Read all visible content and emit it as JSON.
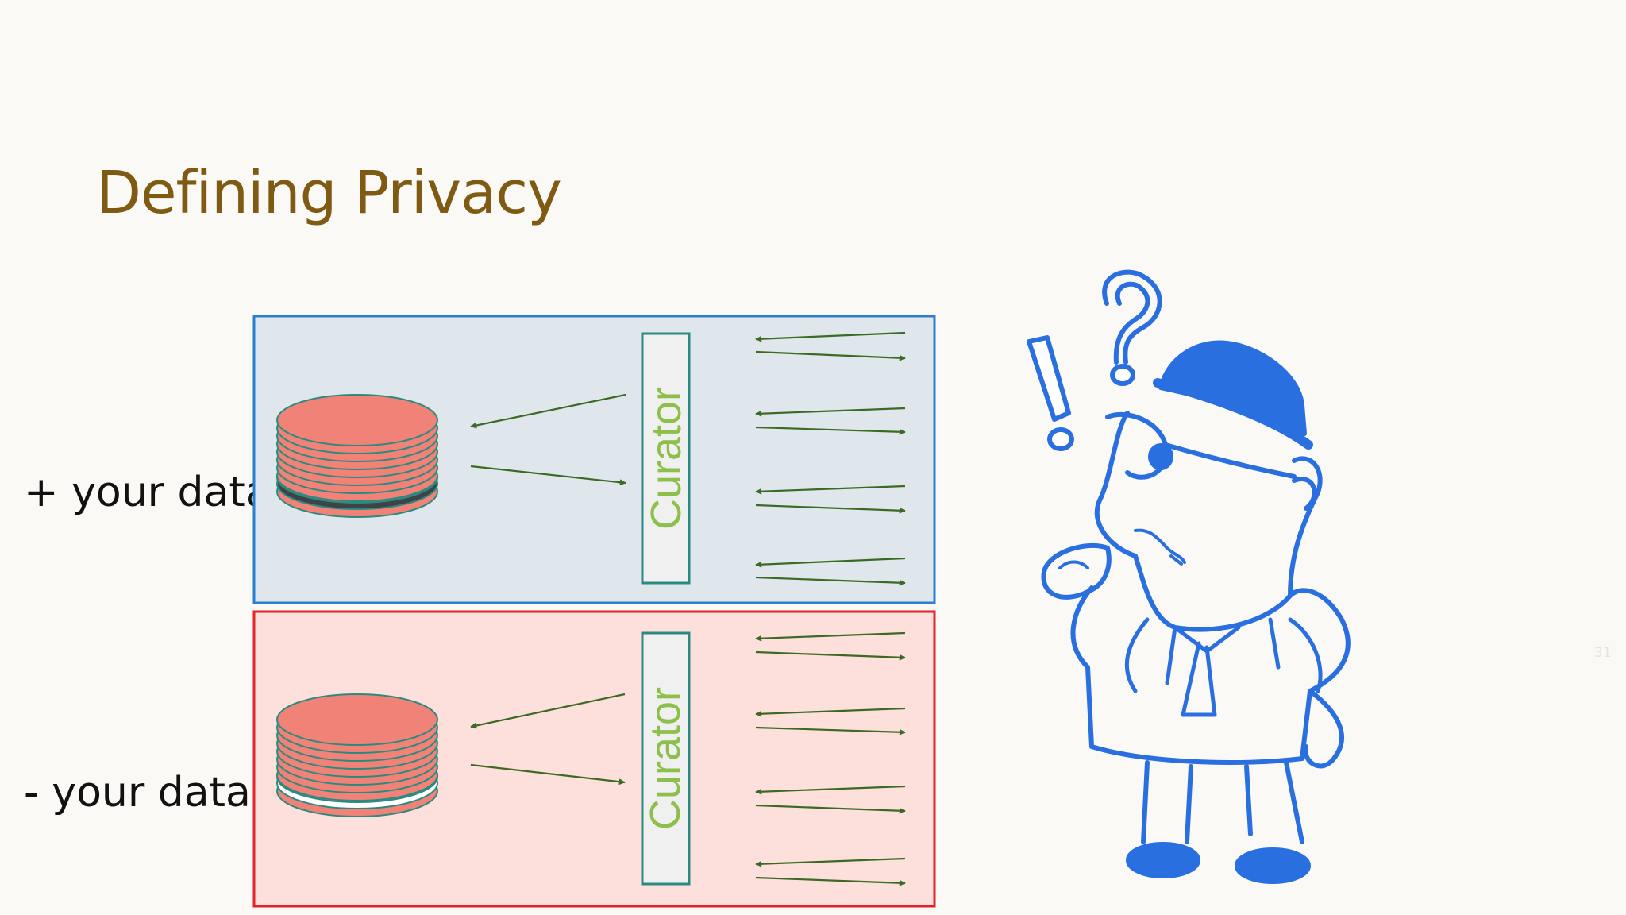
{
  "slide": {
    "title": "Defining Privacy",
    "page_number": "31"
  },
  "rows": [
    {
      "label": "+ your data",
      "curator_label": "Curator",
      "variant": "with-your-record",
      "highlight_color": "#3d4347"
    },
    {
      "label": "- your data",
      "curator_label": "Curator",
      "variant": "without-your-record",
      "highlight_color": "#ffffff"
    }
  ],
  "colors": {
    "title": "#7f5a12",
    "top_panel_fill": "#dfe7ec",
    "top_panel_border": "#2a7fd0",
    "bottom_panel_fill": "#fde0db",
    "bottom_panel_border": "#e1232a",
    "database_disk": "#f08278",
    "database_outline": "#2a8a7f",
    "curator_text": "#8cc04a",
    "arrow": "#3c6a24",
    "detective": "#2a6fe0"
  },
  "icons": [
    "database-icon",
    "detective-illustration",
    "exclamation-icon",
    "question-icon"
  ]
}
